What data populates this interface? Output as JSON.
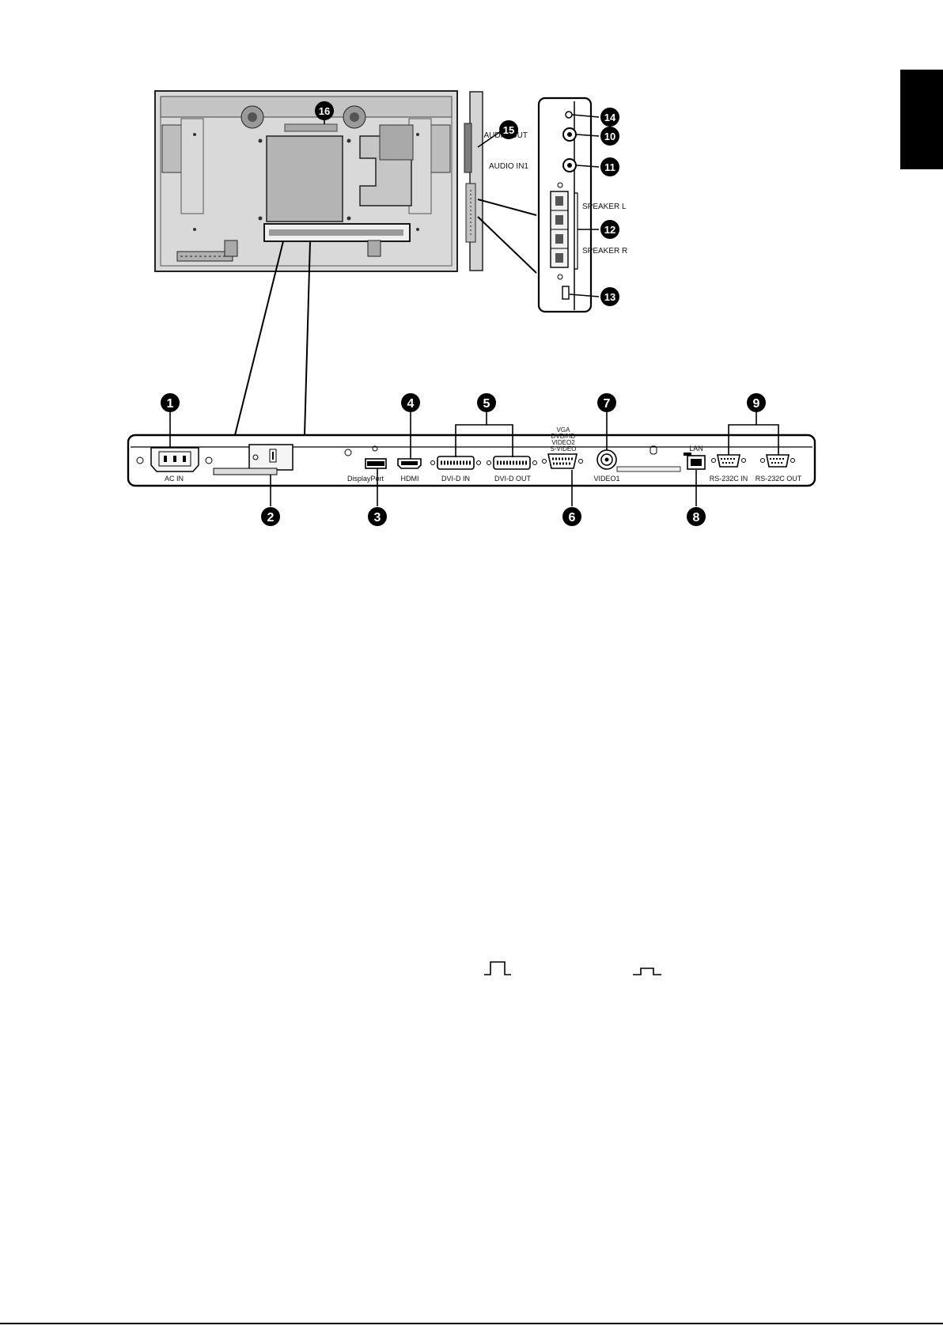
{
  "rear_panel": {
    "ports": [
      {
        "id": "ac-in",
        "label": "AC IN"
      },
      {
        "id": "displayport",
        "label": "DisplayPort"
      },
      {
        "id": "hdmi",
        "label": "HDMI"
      },
      {
        "id": "dvi-d-in",
        "label": "DVI-D IN"
      },
      {
        "id": "dvi-d-out",
        "label": "DVI-D OUT"
      },
      {
        "id": "vga",
        "label": "VGA"
      },
      {
        "id": "dvd-hd",
        "label": "DVD/HD"
      },
      {
        "id": "video2",
        "label": "VIDEO2"
      },
      {
        "id": "s-video",
        "label": "S-VIDEO"
      },
      {
        "id": "video1",
        "label": "VIDEO1"
      },
      {
        "id": "lan",
        "label": "LAN"
      },
      {
        "id": "rs232c-in",
        "label": "RS-232C IN"
      },
      {
        "id": "rs232c-out",
        "label": "RS-232C OUT"
      }
    ]
  },
  "side_panel": {
    "labels": {
      "audio_out": "AUDIO OUT",
      "audio_in1": "AUDIO IN1",
      "speaker_l": "SPEAKER L",
      "speaker_r": "SPEAKER R"
    }
  },
  "callouts": [
    "1",
    "2",
    "3",
    "4",
    "5",
    "6",
    "7",
    "8",
    "9",
    "10",
    "11",
    "12",
    "13",
    "14",
    "15",
    "16"
  ],
  "colors": {
    "ink": "#111111",
    "panel_fill": "#d9d9d9",
    "panel_dark": "#8c8c8c",
    "tab": "#000000"
  }
}
